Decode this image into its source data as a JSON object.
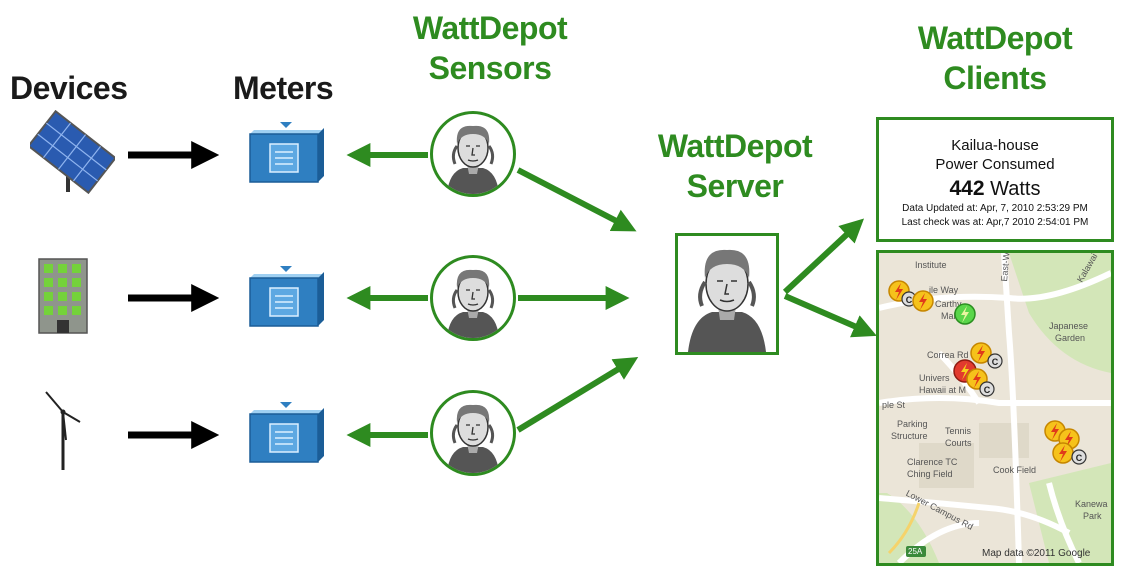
{
  "headers": {
    "devices": "Devices",
    "meters": "Meters",
    "sensors_line1": "WattDepot",
    "sensors_line2": "Sensors",
    "server_line1": "WattDepot",
    "server_line2": "Server",
    "clients_line1": "WattDepot",
    "clients_line2": "Clients"
  },
  "devices": [
    {
      "icon": "solar-panel-icon"
    },
    {
      "icon": "building-icon"
    },
    {
      "icon": "wind-turbine-icon"
    }
  ],
  "meter_icon": "meter-box-icon",
  "sensor_icon": "portrait-engraving-icon",
  "client_display": {
    "location": "Kailua-house",
    "metric": "Power Consumed",
    "value": "442",
    "unit": "Watts",
    "updated": "Data Updated at: Apr, 7, 2010 2:53:29 PM",
    "last_check": "Last check was at: Apr,7 2010 2:54:01 PM"
  },
  "map": {
    "labels": {
      "institute": "Institute",
      "mile_way": "ile Way",
      "carthy": "Carthy",
      "mall": "Mall",
      "east_west": "East-West Rd",
      "japanese": "Japanese",
      "garden": "Garden",
      "kalawai": "Kalawai",
      "correa": "Correa Rd",
      "univers": "Univers",
      "hawaii": "Hawaii at M",
      "ple_st": "ple St",
      "parking": "Parking",
      "structure": "Structure",
      "tennis": "Tennis",
      "courts": "Courts",
      "clarence": "Clarence TC",
      "ching": "Ching Field",
      "cook": "Cook Field",
      "lower_campus": "Lower Campus Rd",
      "kaneva": "Kanewa",
      "park": "Park",
      "road_25a": "25A",
      "copyright": "Map data ©2011 Google"
    }
  },
  "colors": {
    "accent_green": "#2e8b20",
    "arrow_black": "#000000",
    "meter_blue": "#2f7fc1"
  }
}
